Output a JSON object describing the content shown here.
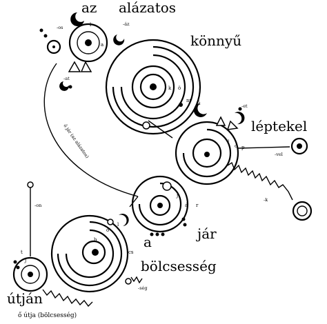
{
  "words": {
    "az": "az",
    "alazatos": "alázatos",
    "konnyu": "könnyű",
    "leptekel": "léptekel",
    "jar": "jár",
    "a": "a",
    "bolcsesseg": "bölcsesség",
    "utjan": "útján"
  },
  "suffixes": {
    "os": "-os",
    "az": "-áz",
    "at": "-at",
    "et": "-et",
    "vel": "-vel",
    "k": "-k",
    "on": "-on",
    "seg": "-ség"
  },
  "letters": {
    "a1": "a",
    "l1": "l",
    "k": "k",
    "o": "ö",
    "ny": "ny",
    "u": "ű",
    "l2": "l",
    "c": "c",
    "p": "p",
    "j": "j",
    "a2": "á",
    "r": "r",
    "b": "b",
    "o2": "ö",
    "l3": "l",
    "cs": "cs",
    "t": "t",
    "j2": "j"
  },
  "paths": {
    "arc_label": "ő jár (az alázatos)",
    "bottom_label": "ő útja (bölcsesség)"
  },
  "icons": [
    "crescent-icon",
    "triangle-icon",
    "dot-icon",
    "ring-icon"
  ],
  "colors": {
    "ink": "#000000",
    "paper": "#ffffff"
  }
}
